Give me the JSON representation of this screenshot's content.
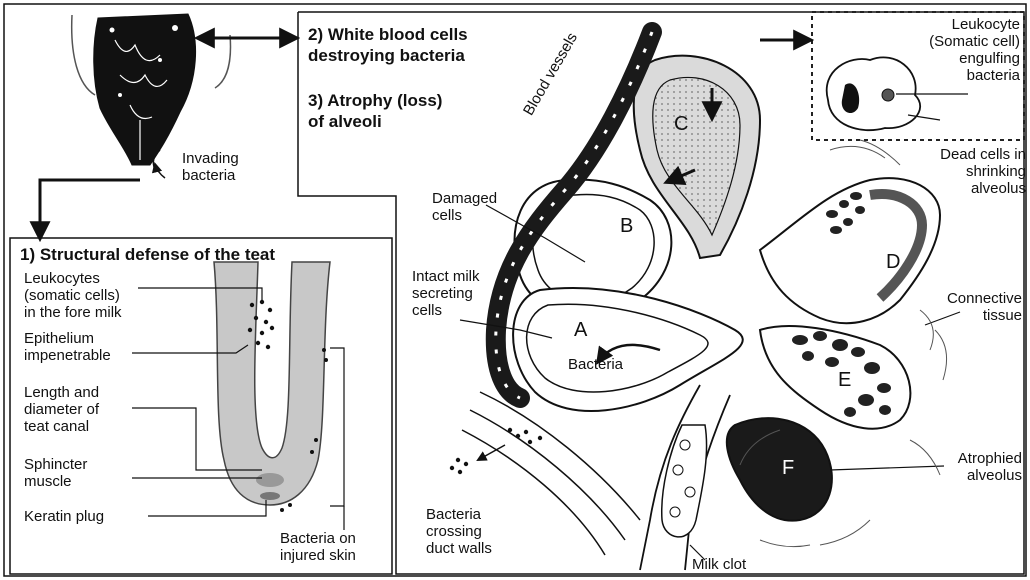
{
  "section_titles": {
    "structural": "1) Structural defense of the teat",
    "wbc": "2) White blood cells\ndestroying bacteria",
    "atrophy": "3) Atrophy (loss)\nof alveoli"
  },
  "labels": {
    "invading_bacteria": "Invading\nbacteria",
    "leukocytes_fore_milk": "Leukocytes\n(somatic cells)\nin the fore milk",
    "epithelium": "Epithelium\nimpenetrable",
    "teat_canal": "Length and\ndiameter of\nteat canal",
    "sphincter": "Sphincter\nmuscle",
    "keratin": "Keratin plug",
    "bacteria_injured_skin": "Bacteria on\ninjured skin",
    "blood_vessels": "Blood vessels",
    "damaged_cells": "Damaged\ncells",
    "intact_milk": "Intact milk\nsecreting\ncells",
    "bacteria": "Bacteria",
    "leukocyte_engulfing": "Leukocyte\n(Somatic cell)\nengulfing\nbacteria",
    "dead_cells": "Dead cells in\nshrinking\nalveolus",
    "connective": "Connective\ntissue",
    "atrophied": "Atrophied\nalveolus",
    "bacteria_crossing": "Bacteria\ncrossing\nduct walls",
    "milk_clot": "Milk clot"
  },
  "alveoli": {
    "a": "A",
    "b": "B",
    "c": "C",
    "d": "D",
    "e": "E",
    "f": "F"
  },
  "colors": {
    "line": "#111111",
    "teat_fill": "#c8c8c8",
    "vessel": "#1a1a1a",
    "alveolus_c_fill": "#dadada",
    "atrophied_fill": "#1a1a1a"
  }
}
